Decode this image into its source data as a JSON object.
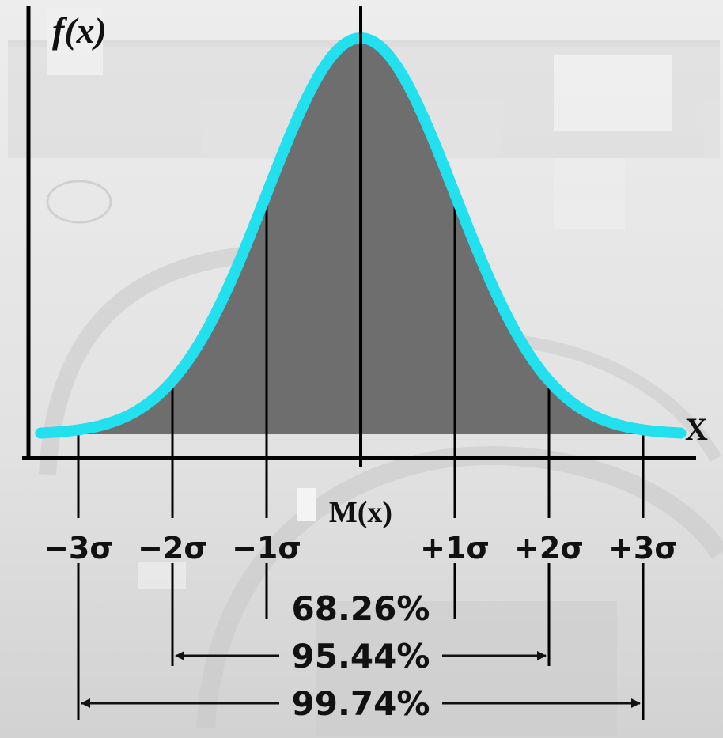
{
  "figure": {
    "y_axis_label": "f(x)",
    "x_axis_label": "X",
    "mean_label": "M(x)"
  },
  "sigma_ticks": [
    {
      "z": -3,
      "label": "−3σ"
    },
    {
      "z": -2,
      "label": "−2σ"
    },
    {
      "z": -1,
      "label": "−1σ"
    },
    {
      "z": 1,
      "label": "+1σ"
    },
    {
      "z": 2,
      "label": "+2σ"
    },
    {
      "z": 3,
      "label": "+3σ"
    }
  ],
  "intervals": [
    {
      "k": 1,
      "label": "68.26%"
    },
    {
      "k": 2,
      "label": "95.44%"
    },
    {
      "k": 3,
      "label": "99.74%"
    }
  ],
  "colors": {
    "curve": "#22e0ee",
    "fill": "#6e6e6e",
    "axes": "#000000",
    "background": "#e4e4e4"
  }
}
